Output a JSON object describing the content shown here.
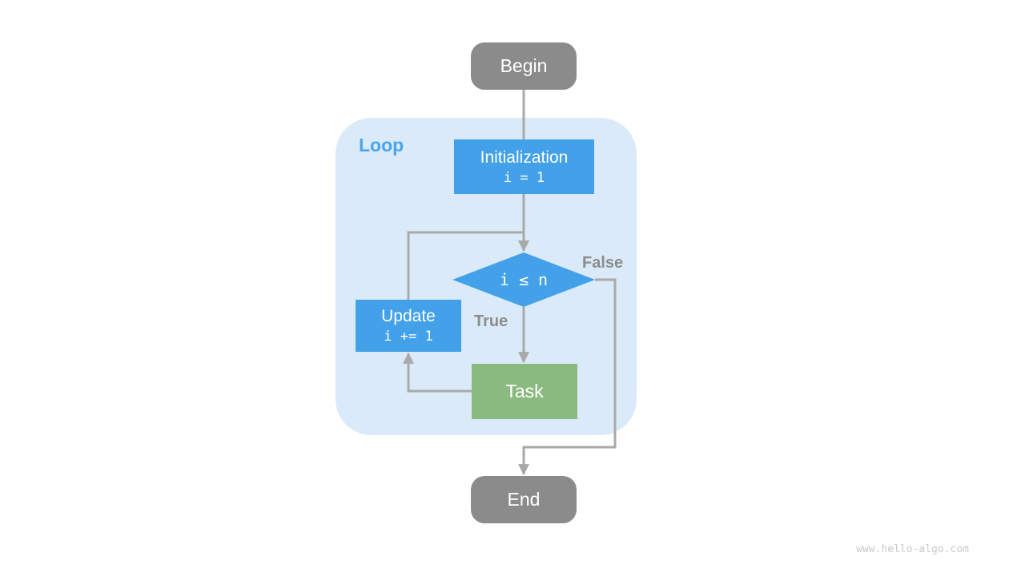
{
  "diagram": {
    "loop_label": "Loop",
    "nodes": {
      "begin": {
        "label": "Begin"
      },
      "initialization": {
        "label": "Initialization",
        "code": "i = 1"
      },
      "condition": {
        "label": "i ≤ n"
      },
      "update": {
        "label": "Update",
        "code": "i += 1"
      },
      "task": {
        "label": "Task"
      },
      "end": {
        "label": "End"
      }
    },
    "edge_labels": {
      "true_branch": "True",
      "false_branch": "False"
    },
    "watermark": "www.hello-algo.com",
    "colors": {
      "node_blue": "#42A1E8",
      "node_green": "#8BBA80",
      "node_gray": "#8B8B8B",
      "loop_bg": "#DAEAF8",
      "loop_label_blue": "#4AA5EC",
      "line_gray": "#A9A9A9",
      "label_gray": "#8C8C8C",
      "watermark_gray": "#C9C9C9"
    }
  }
}
